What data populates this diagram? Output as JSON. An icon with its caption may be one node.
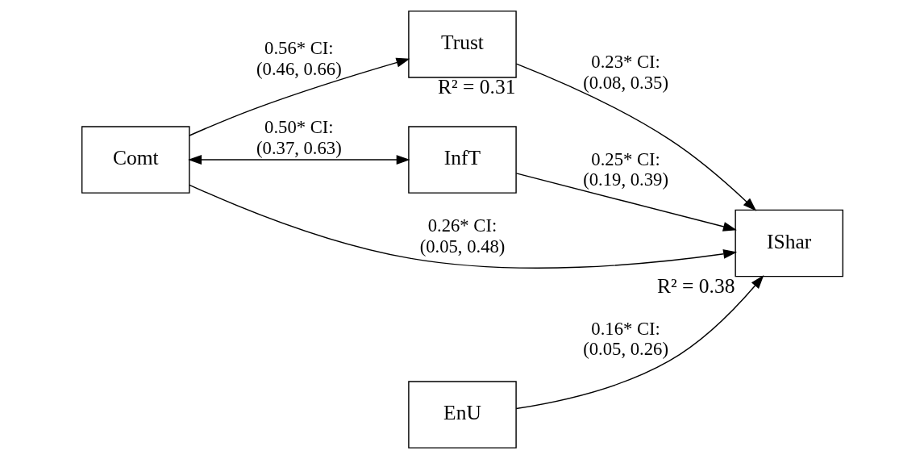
{
  "diagram": {
    "nodes": [
      {
        "text": [
          "Comt"
        ]
      },
      {
        "text": [
          "Trust"
        ],
        "beside": [
          "R² = 0.31"
        ]
      },
      {
        "text": [
          "InfT"
        ]
      },
      {
        "text": [
          "EnU"
        ]
      },
      {
        "text": [
          "IShar"
        ],
        "beside": [
          "R² = 0.38"
        ]
      }
    ],
    "edges": [
      {
        "from": 0,
        "to": 1,
        "arrow": "to",
        "label": "0.56* CI: (0.46, 0.66)"
      },
      {
        "from": 1,
        "to": 4,
        "arrow": "to",
        "label": "0.23* CI: (0.08, 0.35)"
      },
      {
        "from": 0,
        "to": 4,
        "arrow": "to",
        "label": "0.26* CI: (0.05, 0.48)"
      },
      {
        "from": 0,
        "to": 2,
        "arrow": "both",
        "label": "0.50* CI: (0.37, 0.63)"
      },
      {
        "from": 2,
        "to": 4,
        "arrow": "to",
        "label": "0.25* CI: (0.19, 0.39)"
      },
      {
        "from": 3,
        "to": 4,
        "arrow": "to",
        "label": "0.16* CI: (0.05, 0.26)"
      }
    ]
  }
}
